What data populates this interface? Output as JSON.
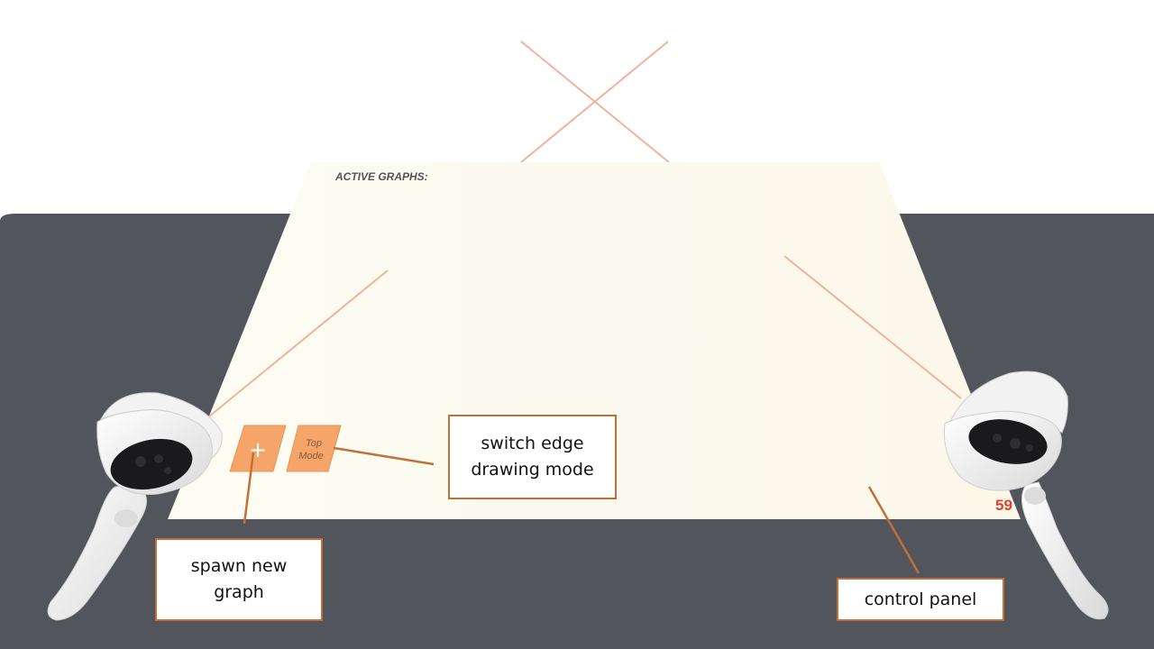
{
  "panel": {
    "title": "ACTIVE GRAPHS:",
    "counter": "59"
  },
  "buttons": {
    "spawn_label": "+",
    "mode_line1": "Top",
    "mode_line2": "Mode"
  },
  "callouts": {
    "edge_mode": "switch edge drawing mode",
    "spawn_graph": "spawn new graph",
    "control_panel": "control panel"
  },
  "colors": {
    "floor": "#53555d",
    "panel": "#fdfbef",
    "button": "#f5a56a",
    "laser": "#f0b39a",
    "callout_border": "#c0703a",
    "counter": "#e04030"
  },
  "icons": {
    "left_controller": "vr-controller-left-icon",
    "right_controller": "vr-controller-right-icon"
  }
}
